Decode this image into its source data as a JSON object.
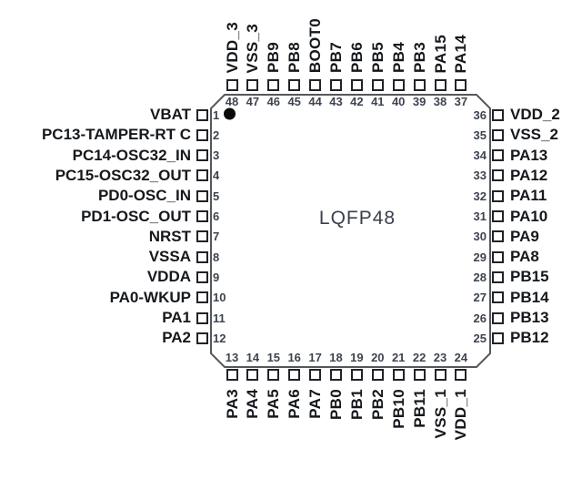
{
  "package": {
    "label": "LQFP48",
    "pin1_indicator": "filled-circle-icon"
  },
  "colors": {
    "background": "#ffffff",
    "label_ink": "#15181c",
    "pin_number": "#3d4450",
    "chip_outline": "#55575a",
    "pin_square_border": "#212329",
    "center_label": "#3a414c",
    "pin1_dot": "#0a0a0a"
  },
  "pins": {
    "top": [
      {
        "num": "48",
        "label": "VDD_3"
      },
      {
        "num": "47",
        "label": "VSS_3"
      },
      {
        "num": "46",
        "label": "PB9"
      },
      {
        "num": "45",
        "label": "PB8"
      },
      {
        "num": "44",
        "label": "BOOT0"
      },
      {
        "num": "43",
        "label": "PB7"
      },
      {
        "num": "42",
        "label": "PB6"
      },
      {
        "num": "41",
        "label": "PB5"
      },
      {
        "num": "40",
        "label": "PB4"
      },
      {
        "num": "39",
        "label": "PB3"
      },
      {
        "num": "38",
        "label": "PA15"
      },
      {
        "num": "37",
        "label": "PA14"
      }
    ],
    "left": [
      {
        "num": "1",
        "label": "VBAT"
      },
      {
        "num": "2",
        "label": "PC13-TAMPER-RT C"
      },
      {
        "num": "3",
        "label": "PC14-OSC32_IN"
      },
      {
        "num": "4",
        "label": "PC15-OSC32_OUT"
      },
      {
        "num": "5",
        "label": "PD0-OSC_IN"
      },
      {
        "num": "6",
        "label": "PD1-OSC_OUT"
      },
      {
        "num": "7",
        "label": "NRST"
      },
      {
        "num": "8",
        "label": "VSSA"
      },
      {
        "num": "9",
        "label": "VDDA"
      },
      {
        "num": "10",
        "label": "PA0-WKUP"
      },
      {
        "num": "11",
        "label": "PA1"
      },
      {
        "num": "12",
        "label": "PA2"
      }
    ],
    "right": [
      {
        "num": "36",
        "label": "VDD_2"
      },
      {
        "num": "35",
        "label": "VSS_2"
      },
      {
        "num": "34",
        "label": "PA13"
      },
      {
        "num": "33",
        "label": "PA12"
      },
      {
        "num": "32",
        "label": "PA11"
      },
      {
        "num": "31",
        "label": "PA10"
      },
      {
        "num": "30",
        "label": "PA9"
      },
      {
        "num": "29",
        "label": "PA8"
      },
      {
        "num": "28",
        "label": "PB15"
      },
      {
        "num": "27",
        "label": "PB14"
      },
      {
        "num": "26",
        "label": "PB13"
      },
      {
        "num": "25",
        "label": "PB12"
      }
    ],
    "bottom": [
      {
        "num": "13",
        "label": "PA3"
      },
      {
        "num": "14",
        "label": "PA4"
      },
      {
        "num": "15",
        "label": "PA5"
      },
      {
        "num": "16",
        "label": "PA6"
      },
      {
        "num": "17",
        "label": "PA7"
      },
      {
        "num": "18",
        "label": "PB0"
      },
      {
        "num": "19",
        "label": "PB1"
      },
      {
        "num": "20",
        "label": "PB2"
      },
      {
        "num": "21",
        "label": "PB10"
      },
      {
        "num": "22",
        "label": "PB11"
      },
      {
        "num": "23",
        "label": "VSS_1"
      },
      {
        "num": "24",
        "label": "VDD_1"
      }
    ]
  }
}
